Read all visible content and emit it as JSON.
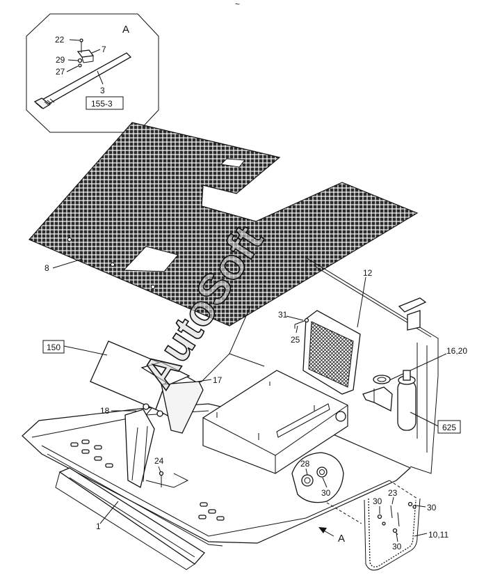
{
  "watermark": "AutoSoft",
  "detail": {
    "view_letter": "A",
    "ref_box": "155-3",
    "labels": [
      "22",
      "7",
      "29",
      "27",
      "3"
    ]
  },
  "top_mark": "~",
  "boxed_refs": {
    "left": "150",
    "right": "625"
  },
  "callouts": {
    "c8": "8",
    "c12": "12",
    "c31": "31",
    "c25": "25",
    "c1620": "16,20",
    "c17": "17",
    "c18": "18",
    "c24": "24",
    "c1": "1",
    "c28": "28",
    "c30a": "30",
    "c30b": "30",
    "c23": "23",
    "c30c": "30",
    "c30d": "30",
    "c1011": "10,11"
  },
  "view_arrow_letter": "A"
}
